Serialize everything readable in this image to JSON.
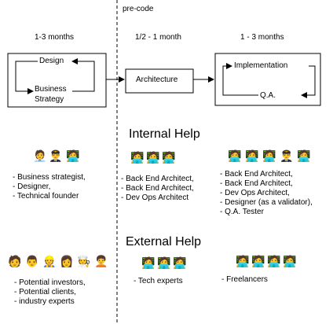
{
  "phase_label": "pre-code",
  "durations": {
    "pre_code": "1-3 months",
    "architecture": "1/2 - 1 month",
    "build": "1 - 3 months"
  },
  "boxes": {
    "design": "Design",
    "business_strategy_line1": "Business",
    "business_strategy_line2": "Strategy",
    "architecture": "Architecture",
    "implementation": "Implementation",
    "qa": "Q.A."
  },
  "internal_help": {
    "title": "Internal Help",
    "pre_code_roles": [
      "- Business strategist,",
      "- Designer,",
      "- Technical founder"
    ],
    "architecture_roles": [
      "- Back End Architect,",
      "- Back End Architect,",
      "- Dev Ops Architect"
    ],
    "build_roles": [
      "- Back End Architect,",
      "- Back End Architect,",
      "- Dev Ops Architect,",
      "- Designer (as a validator),",
      "- Q.A. Tester"
    ]
  },
  "external_help": {
    "title": "External Help",
    "pre_code_roles": [
      "- Potential investors,",
      "- Potential clients,",
      "- industry experts"
    ],
    "architecture_roles": [
      "- Tech experts"
    ],
    "build_roles": [
      "- Freelancers"
    ]
  },
  "icons": {
    "person": "person-icon",
    "pilot": "pilot-icon",
    "chef": "chef-icon",
    "worker": "worker-icon"
  }
}
